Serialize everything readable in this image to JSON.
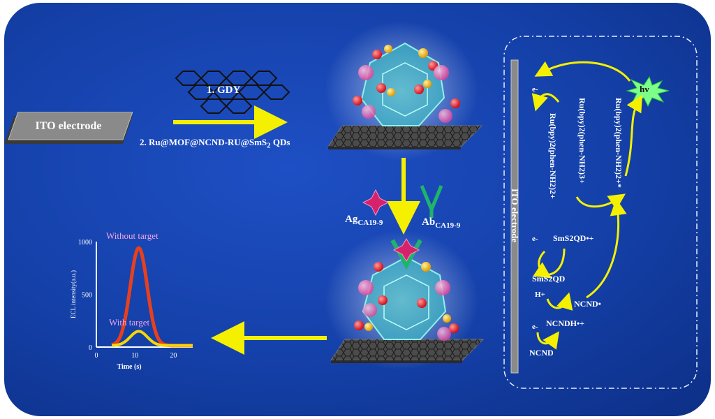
{
  "step1_label": "1. GDY",
  "step2_label": "2. Ru@MOF@NCND-RU@SmS",
  "step2_sub": "2",
  "step2_tail": " QDs",
  "electrode_label": "ITO electrode",
  "antigen_label": "Ag",
  "antigen_sub": "CA19-9",
  "antibody_label": "Ab",
  "antibody_sub": "CA19-9",
  "mechanism": {
    "electrode_label": "ITO electrode",
    "ru_2plus": "Ru(bpy)2(phen-NH2)2+",
    "ru_3plus": "Ru(bpy)2(phen-NH2)3+",
    "ru_excited": "Ru(bpy)2(phen-NH2)2+*",
    "hv": "hv",
    "electron": "e-",
    "smsqd_radical": "SmS2QD•+",
    "smsqd": "SmS2QD",
    "h_plus": "H+",
    "ncnd_radical": "NCND•",
    "ncndh": "NCNDH•+",
    "ncnd": "NCND"
  },
  "colors": {
    "background": "#1440a8",
    "arrow": "#f5f000",
    "text": "#ffffff",
    "high_curve": "#e8401c",
    "low_curve": "#f5d800"
  },
  "chart_data": {
    "type": "line",
    "xlabel": "Time (s)",
    "ylabel": "ECL intensity(a.u.)",
    "xlim": [
      0,
      25
    ],
    "ylim": [
      0,
      1000
    ],
    "xticks": [
      0,
      10,
      20
    ],
    "yticks": [
      0,
      500,
      1000
    ],
    "series": [
      {
        "name": "Without target",
        "peak_x": 11,
        "peak_y": 940,
        "baseline_y": 15,
        "x_start": 4,
        "x_end": 25
      },
      {
        "name": "With target",
        "peak_x": 11,
        "peak_y": 150,
        "baseline_y": 15,
        "x_start": 4,
        "x_end": 25
      }
    ]
  }
}
